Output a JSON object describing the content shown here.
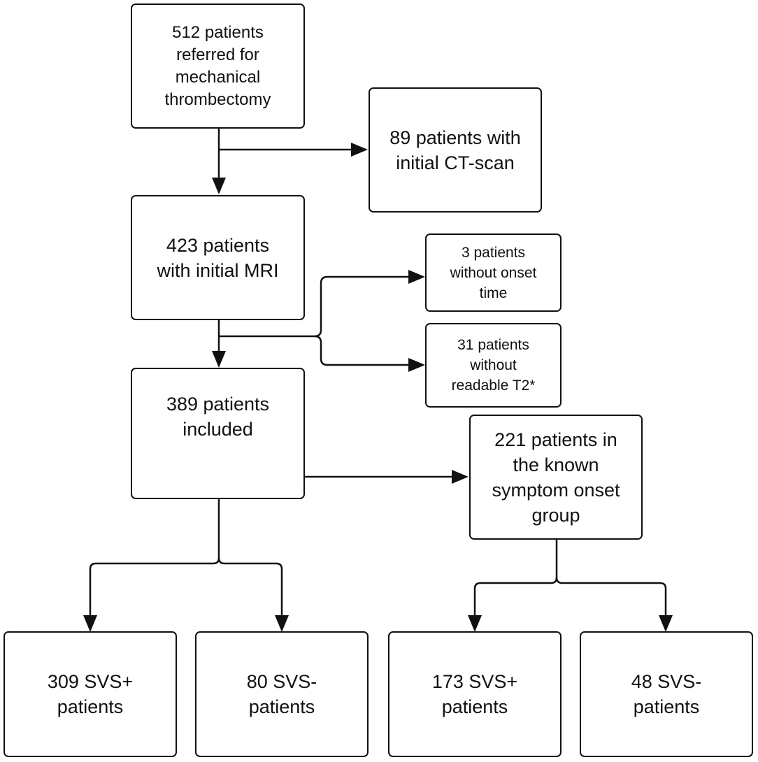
{
  "flowchart": {
    "nodes": {
      "referred": "512 patients\nreferred for\nmechanical\nthrombectomy",
      "ct_scan": "89 patients with\ninitial CT-scan",
      "mri": "423 patients\nwith initial MRI",
      "no_onset": "3 patients\nwithout onset\ntime",
      "no_t2": "31 patients\nwithout\nreadable T2*",
      "included": "389 patients\nincluded",
      "known_onset": "221 patients in\nthe known\nsymptom onset\ngroup",
      "svs_pos_all": "309 SVS+\npatients",
      "svs_neg_all": "80 SVS-\npatients",
      "svs_pos_known": "173 SVS+\npatients",
      "svs_neg_known": "48 SVS-\npatients"
    }
  }
}
